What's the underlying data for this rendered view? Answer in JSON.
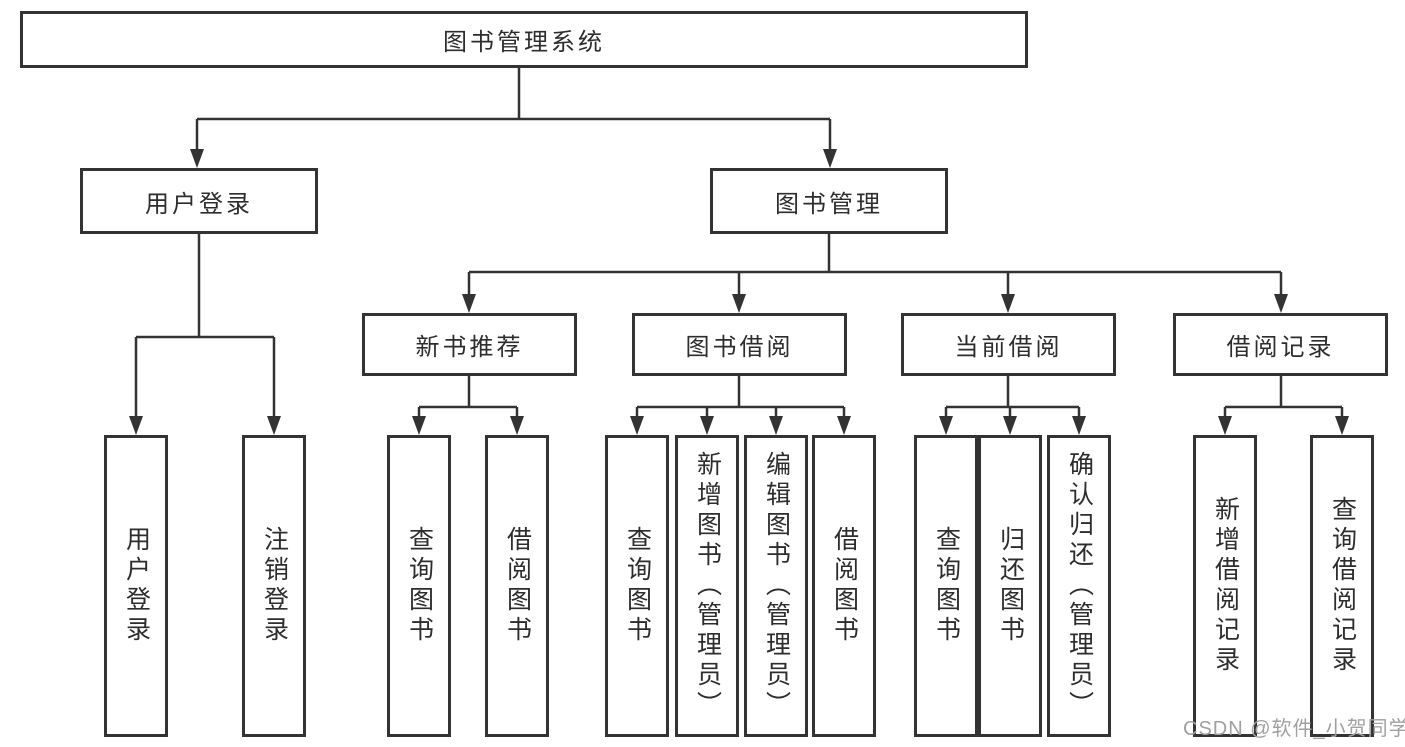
{
  "diagram": {
    "root": "图书管理系统",
    "level2": [
      "用户登录",
      "图书管理"
    ],
    "level3": [
      "新书推荐",
      "图书借阅",
      "当前借阅",
      "借阅记录"
    ],
    "leaves": {
      "user_login": [
        "用户登录",
        "注销登录"
      ],
      "new_books": [
        "查询图书",
        "借阅图书"
      ],
      "book_borrow": [
        "查询图书",
        "新增图书（管理员）",
        "编辑图书（管理员）",
        "借阅图书"
      ],
      "current_borrow": [
        "查询图书",
        "归还图书",
        "确认归还（管理员）"
      ],
      "borrow_records": [
        "新增借阅记录",
        "查询借阅记录"
      ]
    },
    "watermark": "CSDN @软件_小贺同学",
    "colors": {
      "line": "#333333",
      "box_border": "#333333",
      "text": "#2d2d2d",
      "watermark": "#a0a0a0",
      "background": "#ffffff"
    }
  }
}
